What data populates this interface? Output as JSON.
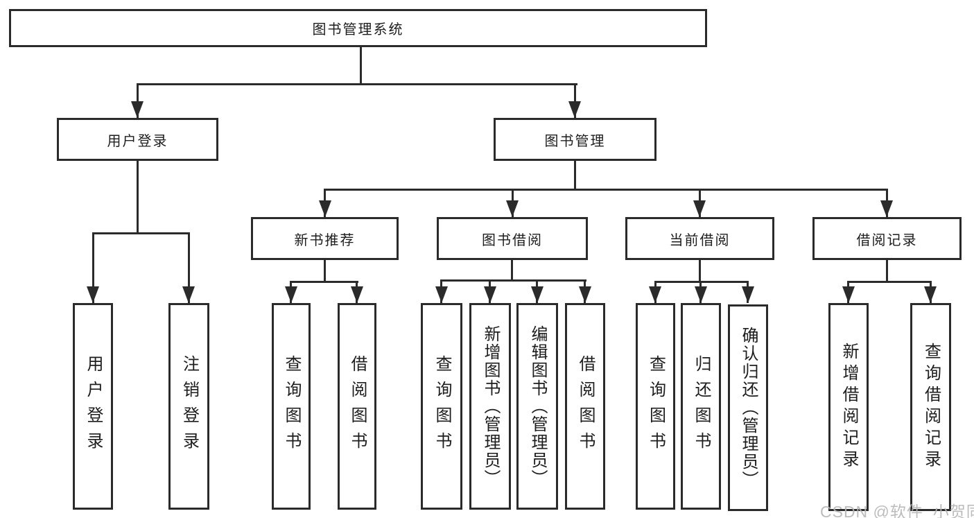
{
  "tree": {
    "root": {
      "label": "图书管理系统",
      "children": [
        {
          "label": "用户登录",
          "children": [
            {
              "label": "用户登录"
            },
            {
              "label": "注销登录"
            }
          ]
        },
        {
          "label": "图书管理",
          "children": [
            {
              "label": "新书推荐",
              "children": [
                {
                  "label": "查询图书"
                },
                {
                  "label": "借阅图书"
                }
              ]
            },
            {
              "label": "图书借阅",
              "children": [
                {
                  "label": "查询图书"
                },
                {
                  "label": "新增图书（管理员）"
                },
                {
                  "label": "编辑图书（管理员）"
                },
                {
                  "label": "借阅图书"
                }
              ]
            },
            {
              "label": "当前借阅",
              "children": [
                {
                  "label": "查询图书"
                },
                {
                  "label": "归还图书"
                },
                {
                  "label": "确认归还（管理员）"
                }
              ]
            },
            {
              "label": "借阅记录",
              "children": [
                {
                  "label": "新增借阅记录"
                },
                {
                  "label": "查询借阅记录"
                }
              ]
            }
          ]
        }
      ]
    }
  },
  "watermark": {
    "text": "CSDN @软件_小贺同学"
  },
  "colors": {
    "line": "#2b2b2b",
    "text": "#1d1d1d",
    "watermark": "#b5b5b5",
    "background": "#ffffff"
  }
}
